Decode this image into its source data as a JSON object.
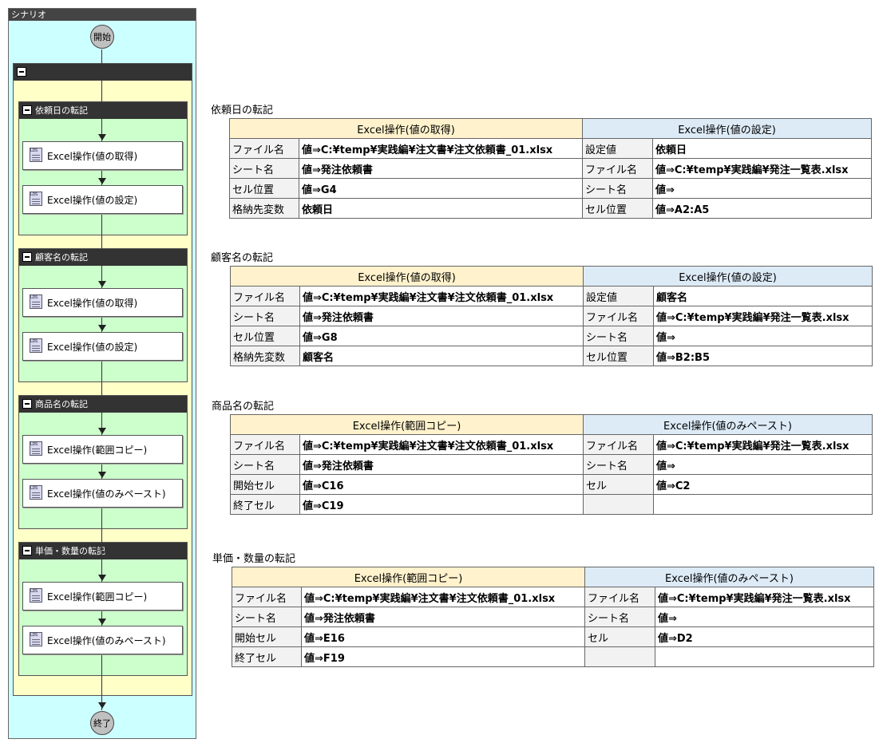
{
  "flow": {
    "scenario_title": "シナリオ",
    "start_label": "開始",
    "end_label": "終了",
    "icon_tag": "LDS",
    "groups": [
      {
        "title": "依頼日の転記",
        "nodes": [
          "Excel操作(値の取得)",
          "Excel操作(値の設定)"
        ]
      },
      {
        "title": "顧客名の転記",
        "nodes": [
          "Excel操作(値の取得)",
          "Excel操作(値の設定)"
        ]
      },
      {
        "title": "商品名の転記",
        "nodes": [
          "Excel操作(範囲コピー)",
          "Excel操作(値のみペースト)"
        ]
      },
      {
        "title": "単価・数量の転記",
        "nodes": [
          "Excel操作(範囲コピー)",
          "Excel操作(値のみペースト)"
        ]
      }
    ]
  },
  "sections": [
    {
      "title": "依頼日の転記",
      "left_header": "Excel操作(値の取得)",
      "right_header": "Excel操作(値の設定)",
      "rows": [
        {
          "l_label": "ファイル名",
          "l_value": "値⇒C:¥temp¥実践編¥注文書¥注文依頼書_01.xlsx",
          "r_label": "設定値",
          "r_value": "依頼日"
        },
        {
          "l_label": "シート名",
          "l_value": "値⇒発注依頼書",
          "r_label": "ファイル名",
          "r_value": "値⇒C:¥temp¥実践編¥発注一覧表.xlsx"
        },
        {
          "l_label": "セル位置",
          "l_value": "値⇒G4",
          "r_label": "シート名",
          "r_value": "値⇒"
        },
        {
          "l_label": "格納先変数",
          "l_value": "依頼日",
          "r_label": "セル位置",
          "r_value": "値⇒A2:A5"
        }
      ]
    },
    {
      "title": "顧客名の転記",
      "left_header": "Excel操作(値の取得)",
      "right_header": "Excel操作(値の設定)",
      "rows": [
        {
          "l_label": "ファイル名",
          "l_value": "値⇒C:¥temp¥実践編¥注文書¥注文依頼書_01.xlsx",
          "r_label": "設定値",
          "r_value": "顧客名"
        },
        {
          "l_label": "シート名",
          "l_value": "値⇒発注依頼書",
          "r_label": "ファイル名",
          "r_value": "値⇒C:¥temp¥実践編¥発注一覧表.xlsx"
        },
        {
          "l_label": "セル位置",
          "l_value": "値⇒G8",
          "r_label": "シート名",
          "r_value": "値⇒"
        },
        {
          "l_label": "格納先変数",
          "l_value": "顧客名",
          "r_label": "セル位置",
          "r_value": "値⇒B2:B5"
        }
      ]
    },
    {
      "title": "商品名の転記",
      "left_header": "Excel操作(範囲コピー)",
      "right_header": "Excel操作(値のみペースト)",
      "rows": [
        {
          "l_label": "ファイル名",
          "l_value": "値⇒C:¥temp¥実践編¥注文書¥注文依頼書_01.xlsx",
          "r_label": "ファイル名",
          "r_value": "値⇒C:¥temp¥実践編¥発注一覧表.xlsx"
        },
        {
          "l_label": "シート名",
          "l_value": "値⇒発注依頼書",
          "r_label": "シート名",
          "r_value": "値⇒"
        },
        {
          "l_label": "開始セル",
          "l_value": "値⇒C16",
          "r_label": "セル",
          "r_value": "値⇒C2"
        },
        {
          "l_label": "終了セル",
          "l_value": "値⇒C19",
          "r_label": "",
          "r_value": ""
        }
      ]
    },
    {
      "title": "単価・数量の転記",
      "left_header": "Excel操作(範囲コピー)",
      "right_header": "Excel操作(値のみペースト)",
      "rows": [
        {
          "l_label": "ファイル名",
          "l_value": "値⇒C:¥temp¥実践編¥注文書¥注文依頼書_01.xlsx",
          "r_label": "ファイル名",
          "r_value": "値⇒C:¥temp¥実践編¥発注一覧表.xlsx"
        },
        {
          "l_label": "シート名",
          "l_value": "値⇒発注依頼書",
          "r_label": "シート名",
          "r_value": "値⇒"
        },
        {
          "l_label": "開始セル",
          "l_value": "値⇒E16",
          "r_label": "セル",
          "r_value": "値⇒D2"
        },
        {
          "l_label": "終了セル",
          "l_value": "値⇒F19",
          "r_label": "",
          "r_value": ""
        }
      ]
    }
  ]
}
